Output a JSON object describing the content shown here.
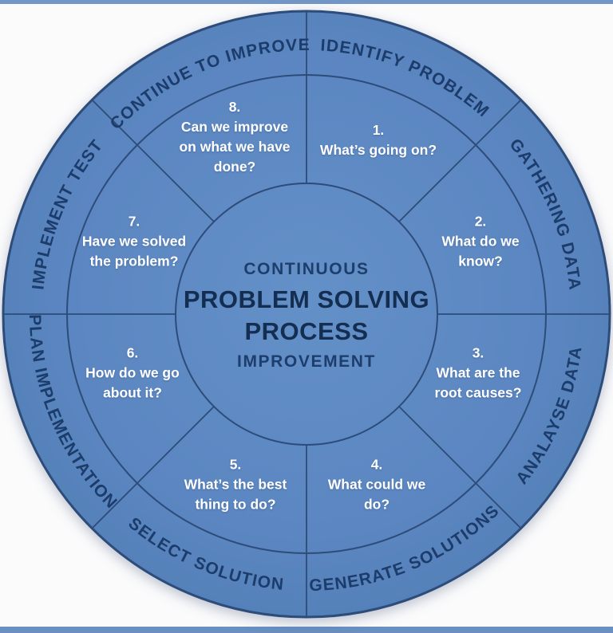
{
  "center": {
    "line1": "CONTINUOUS",
    "line2": "PROBLEM SOLVING",
    "line3": "PROCESS",
    "line4": "IMPROVEMENT"
  },
  "ring": {
    "labels": [
      "IDENTIFY PROBLEM",
      "GATHERING DATA",
      "ANALAYSE DATA",
      "GENERATE SOLUTIONS",
      "SELECT SOLUTION",
      "PLAN IMPLEMENTATION",
      "IMPLEMENT TEST",
      "CONTINUE TO IMPROVE"
    ]
  },
  "segments": [
    {
      "number": "1.",
      "lines": [
        "What’s going on?"
      ]
    },
    {
      "number": "2.",
      "lines": [
        "What do we",
        "know?"
      ]
    },
    {
      "number": "3.",
      "lines": [
        "What are the",
        "root causes?"
      ]
    },
    {
      "number": "4.",
      "lines": [
        "What could we",
        "do?"
      ]
    },
    {
      "number": "5.",
      "lines": [
        "What’s the best",
        "thing to do?"
      ]
    },
    {
      "number": "6.",
      "lines": [
        "How do we go",
        "about it?"
      ]
    },
    {
      "number": "7.",
      "lines": [
        "Have we solved",
        "the problem?"
      ]
    },
    {
      "number": "8.",
      "lines": [
        "Can we improve",
        "on what we have",
        "done?"
      ]
    }
  ],
  "colors": {
    "wheel_fill": "#5b86c1",
    "wheel_line": "#2d4c7a",
    "ring_label_text": "#1c3c6b",
    "question_text": "#ffffff",
    "center_title": "#142e52",
    "center_subtitle": "#1d3e6d",
    "edge_strip": "#6890c2",
    "background": "#fbfbfc"
  }
}
